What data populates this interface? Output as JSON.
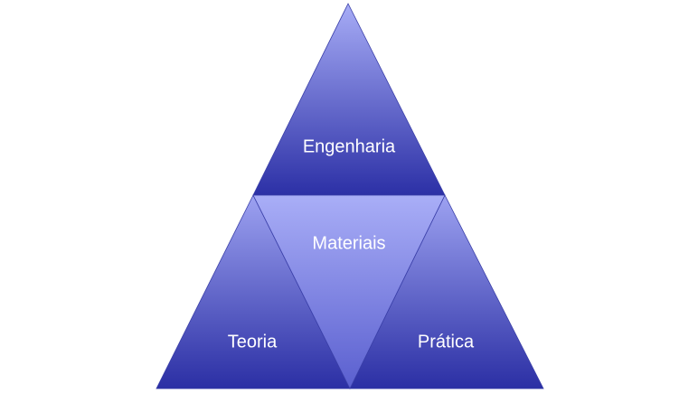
{
  "diagram": {
    "top": {
      "label": "Engenharia"
    },
    "center": {
      "label": "Materiais"
    },
    "left": {
      "label": "Teoria"
    },
    "right": {
      "label": "Prática"
    },
    "colors": {
      "fill_light": "#9ea3f2",
      "fill_dark": "#2e32a8",
      "edge": "#3a3fa8",
      "text": "#ffffff"
    }
  }
}
